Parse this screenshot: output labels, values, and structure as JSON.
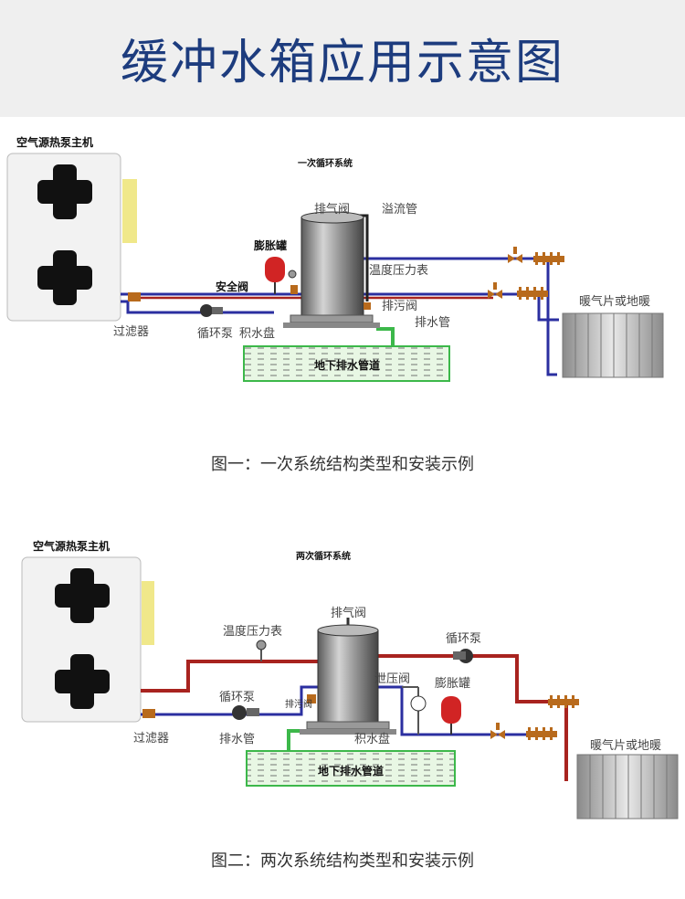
{
  "page": {
    "title": "缓冲水箱应用示意图"
  },
  "figure1": {
    "system_title": "一次循环系统",
    "caption": "图一：一次系统结构类型和安装示例",
    "labels": {
      "heat_pump": "空气源热泵主机",
      "exhaust_valve": "排气阀",
      "overflow_pipe": "溢流管",
      "expansion_tank": "膨胀罐",
      "safety_valve": "安全阀",
      "temp_pressure_gauge": "温度压力表",
      "drain_valve": "排污阀",
      "drain_pipe": "排水管",
      "filter": "过滤器",
      "circulation_pump": "循环泵",
      "drip_tray": "积水盘",
      "underground_drain": "地下排水管道",
      "radiator": "暖气片或地暖"
    }
  },
  "figure2": {
    "system_title": "两次循环系统",
    "caption": "图二：两次系统结构类型和安装示例",
    "labels": {
      "heat_pump": "空气源热泵主机",
      "exhaust_valve": "排气阀",
      "temp_pressure_gauge": "温度压力表",
      "circulation_pump_right": "循环泵",
      "circulation_pump_left": "循环泵",
      "relief_valve": "泄压阀",
      "expansion_tank": "膨胀罐",
      "drain_valve": "排污阀",
      "filter": "过滤器",
      "drain_pipe": "排水管",
      "drip_tray": "积水盘",
      "underground_drain": "地下排水管道",
      "radiator": "暖气片或地暖"
    }
  },
  "colors": {
    "title": "#1d3c7e",
    "blue_pipe": "#2b2fa0",
    "red_pipe": "#a8231f",
    "green_pipe": "#3cb84a",
    "brass": "#b86a1c",
    "expansion_tank": "#d12424"
  }
}
